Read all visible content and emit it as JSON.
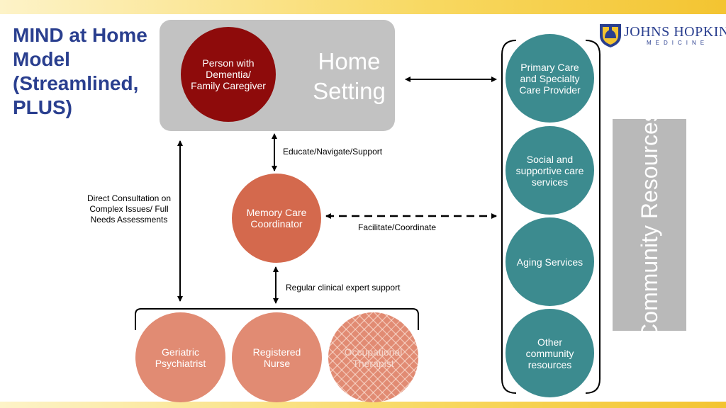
{
  "title": "MIND at Home Model (Streamlined, PLUS)",
  "logo": {
    "name": "JOHNS HOPKINS",
    "sub": "MEDICINE",
    "icon": "dome-shield-icon"
  },
  "home": {
    "label": "Home Setting",
    "person": "Person with Dementia/ Family Caregiver"
  },
  "coordinator": "Memory Care Coordinator",
  "team": {
    "geriatric": "Geriatric Psychiatrist",
    "nurse": "Registered Nurse",
    "ot": "Occupational Therapist"
  },
  "community": {
    "label": "Community Resources",
    "items": [
      "Primary Care and Specialty Care Provider",
      "Social and supportive care services",
      "Aging Services",
      "Other community resources"
    ]
  },
  "links": {
    "educate": "Educate/Navigate/Support",
    "facilitate": "Facilitate/Coordinate",
    "regular": "Regular clinical expert support",
    "direct": "Direct Consultation on Complex Issues/ Full Needs Assessments"
  },
  "colors": {
    "title": "#2a3f8f",
    "person": "#8e0b0b",
    "coordinator": "#d4694d",
    "team": "#e18b73",
    "community_circles": "#3c8b8f",
    "community_box": "#b9b9b9",
    "home_box": "#c2c2c2"
  }
}
